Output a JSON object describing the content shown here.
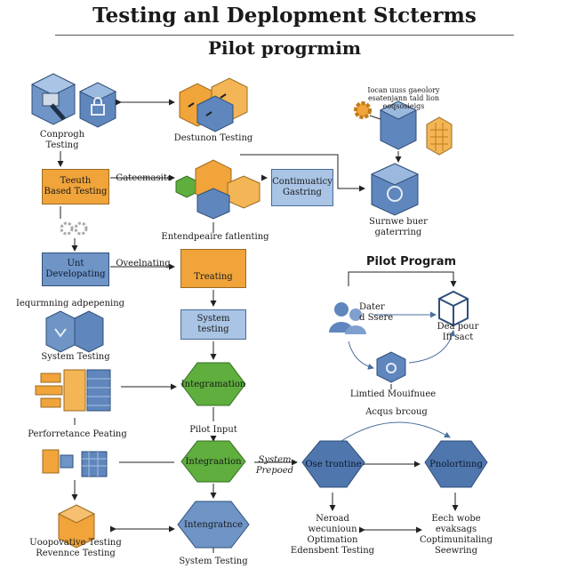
{
  "header": {
    "title": "Testing anl Deplopment Stcterms",
    "subtitle": "Pilot progrmim"
  },
  "left_column": {
    "conprogh_testing": [
      "Conprogh",
      "Testing"
    ],
    "teuth_based_testing": [
      "Teeuth",
      "Based Testing"
    ],
    "unt_developing": [
      "Unt",
      "Developating"
    ],
    "iequmming_label": "Iequrmning adpepening",
    "system_testing_label": "System Testing",
    "performance_label": "Perforretance Peating",
    "uoopovative_label": [
      "Uoopovative Testing",
      "Revennce Testing"
    ]
  },
  "center_column": {
    "destunon_testing": "Destunon Testing",
    "gateemasite": "Gateemasite",
    "entendpeaire": "Entendpeaire fatlenting",
    "oveelnating": "Oveelnating",
    "treating": "Treating",
    "system_testing_box": "System testing",
    "integration_1": "Integramation",
    "pilot_input": "Pilot Input",
    "integration_2": "Integraation",
    "integration_3": "Intengratnce",
    "system_testing_bottom": "System Testing"
  },
  "right_column": {
    "small_text": [
      "Iocan uuss gaeolory",
      "esatenjann tald lion",
      "eoqsosieigs"
    ],
    "contimuaticy": [
      "Contimuaticy",
      "Gastring"
    ],
    "surnwe": [
      "Surnwe buer",
      "gaterrring"
    ]
  },
  "pilot_program": {
    "title": "Pilot Program",
    "dater": [
      "Dater",
      "d Ssere"
    ],
    "dea_pour": [
      "Dea pour",
      "Ifi sact"
    ],
    "limited": "Limtied Mouifnuee"
  },
  "bottom_right": {
    "acquus": "Acqus brcoug",
    "system_preposed": [
      "System",
      "Prepoed"
    ],
    "ose_trontine": "Ose trontine",
    "pnoforting": "Pnolortinng",
    "neroad": [
      "Neroad",
      "wecunioun",
      "Optimation",
      "Edensbent Testing"
    ],
    "eech": [
      "Eech wobe",
      "evaksags",
      "Coptimunitaling",
      "Seewring"
    ]
  },
  "colors": {
    "orange": "#f0a43a",
    "blue": "#6f94c6",
    "green": "#5fae3e",
    "light_blue": "#a9c4e4"
  }
}
